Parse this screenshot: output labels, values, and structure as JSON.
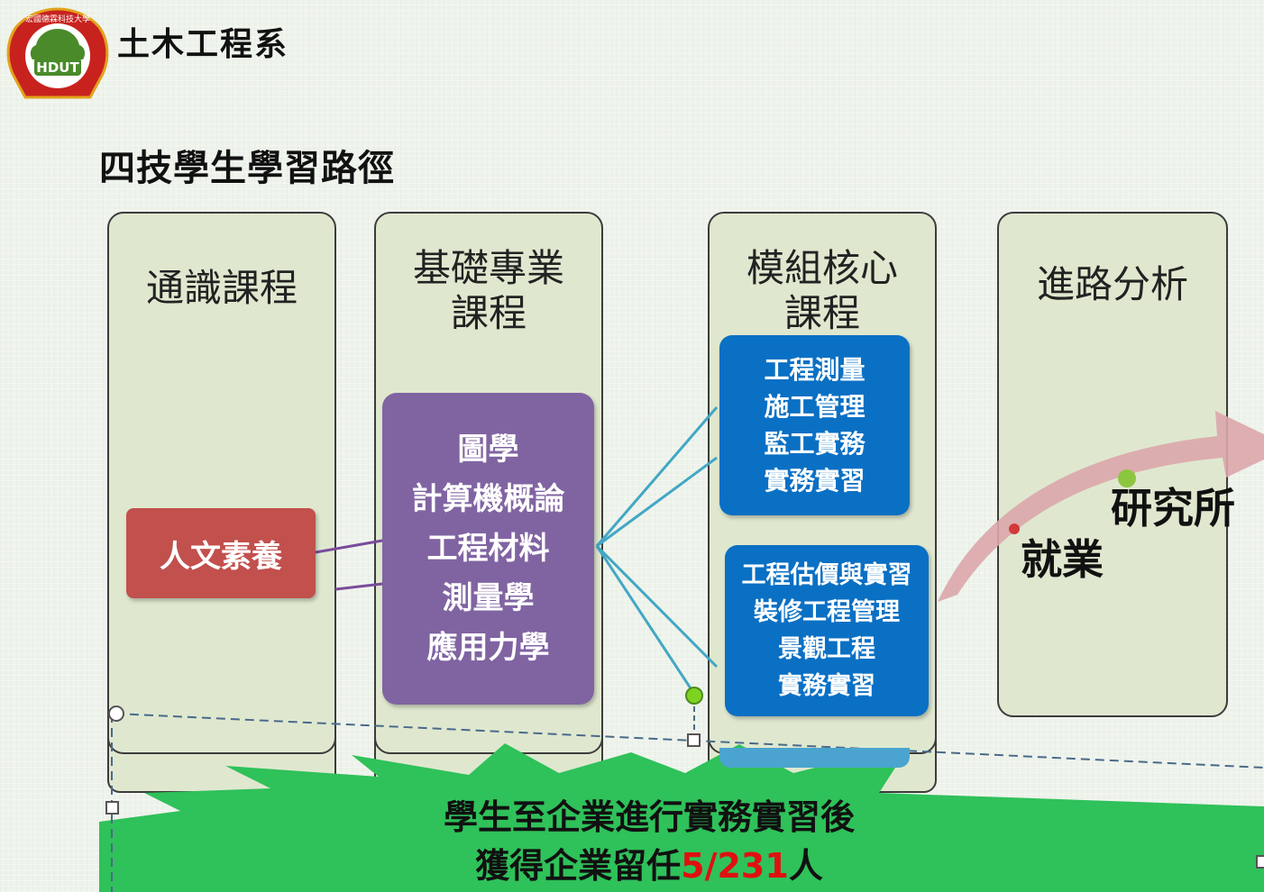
{
  "header": {
    "logo_text": "HDUT",
    "logo_ring_text": "宏國德霖科技大學",
    "department": "土木工程系"
  },
  "page_title": "四技學生學習路徑",
  "columns": [
    {
      "title": "通識課程"
    },
    {
      "title": "基礎專業\n課程"
    },
    {
      "title": "模組核心\n課程"
    },
    {
      "title": "進路分析"
    }
  ],
  "general_card": {
    "label": "人文素養"
  },
  "basic_card": {
    "items": [
      "圖學",
      "計算機概論",
      "工程材料",
      "測量學",
      "應用力學"
    ]
  },
  "module_card_1": {
    "items": [
      "工程測量",
      "施工管理",
      "監工實務",
      "實務實習"
    ]
  },
  "module_card_2": {
    "items": [
      "工程估價與實習",
      "裝修工程管理",
      "景觀工程",
      "實務實習"
    ]
  },
  "outcomes": {
    "graduate": "研究所",
    "employment": "就業"
  },
  "burst": {
    "line1": "學生至企業進行實務實習後",
    "line2_prefix": "獲得企業留任",
    "line2_number": "5/231",
    "line2_suffix": "人"
  },
  "colors": {
    "column_fill": "#dfe8cf",
    "red_card": "#c2504d",
    "purple_card": "#8064a2",
    "blue_card": "#0a70c4",
    "connector_purple": "#7a4b9c",
    "connector_teal": "#43a7c4",
    "burst_green": "#2fc15a",
    "arrow_pink": "#dba6ab",
    "highlight_red": "#e01010"
  }
}
